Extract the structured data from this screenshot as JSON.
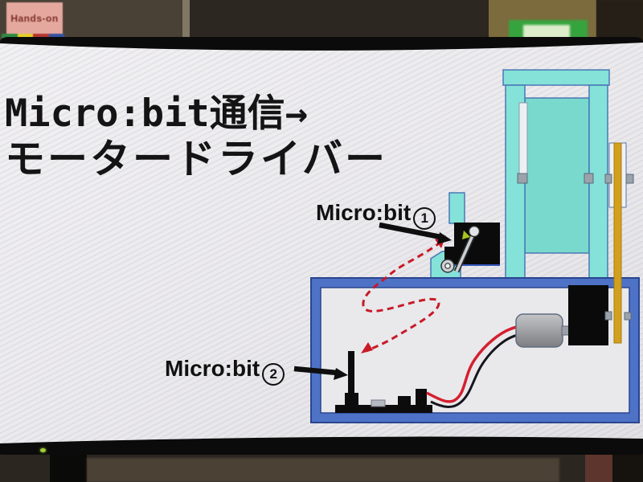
{
  "photo": {
    "background": {
      "hands_on_sign_text": "Hands-on"
    },
    "slide": {
      "title_line1": "Micro:bit通信→",
      "title_line2": "モータードライバー",
      "label_microbit_1": {
        "text": "Micro:bit",
        "number": "1"
      },
      "label_microbit_2": {
        "text": "Micro:bit",
        "number": "2"
      }
    },
    "colors": {
      "machine_cyan": "#85e2d9",
      "machine_panel_cyan": "#79d9cd",
      "outline_blue": "#4a77b5",
      "box_border_blue": "#4e73c6",
      "box_border_dark": "#2a458f",
      "belt_yellow": "#d2a01c",
      "wire_red": "#d42030",
      "wire_black": "#16161e",
      "comm_arrow_red": "#c81a28",
      "screen_white": "#eae9eb",
      "device_black": "#0b0b0b",
      "motor_gray": "#9a9a9e"
    }
  }
}
